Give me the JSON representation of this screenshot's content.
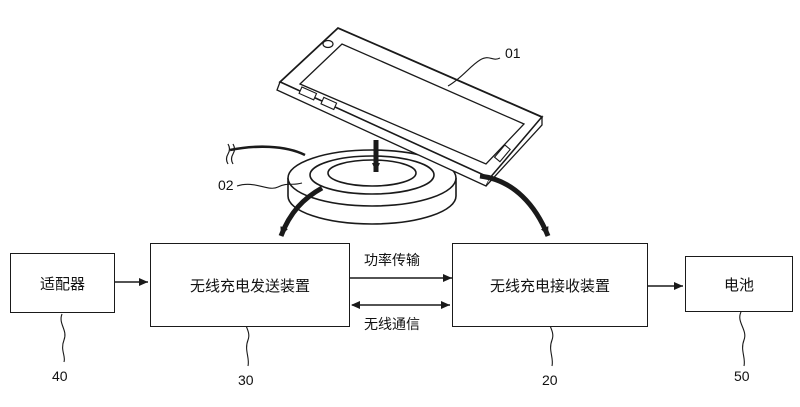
{
  "boxes": {
    "adapter": "适配器",
    "transmitter": "无线充电发送装置",
    "receiver": "无线充电接收装置",
    "battery": "电池"
  },
  "links": {
    "power": "功率传输",
    "comm": "无线通信"
  },
  "refs": {
    "phone": "01",
    "pad": "02",
    "transmitter": "30",
    "receiver": "20",
    "adapter": "40",
    "battery": "50"
  }
}
